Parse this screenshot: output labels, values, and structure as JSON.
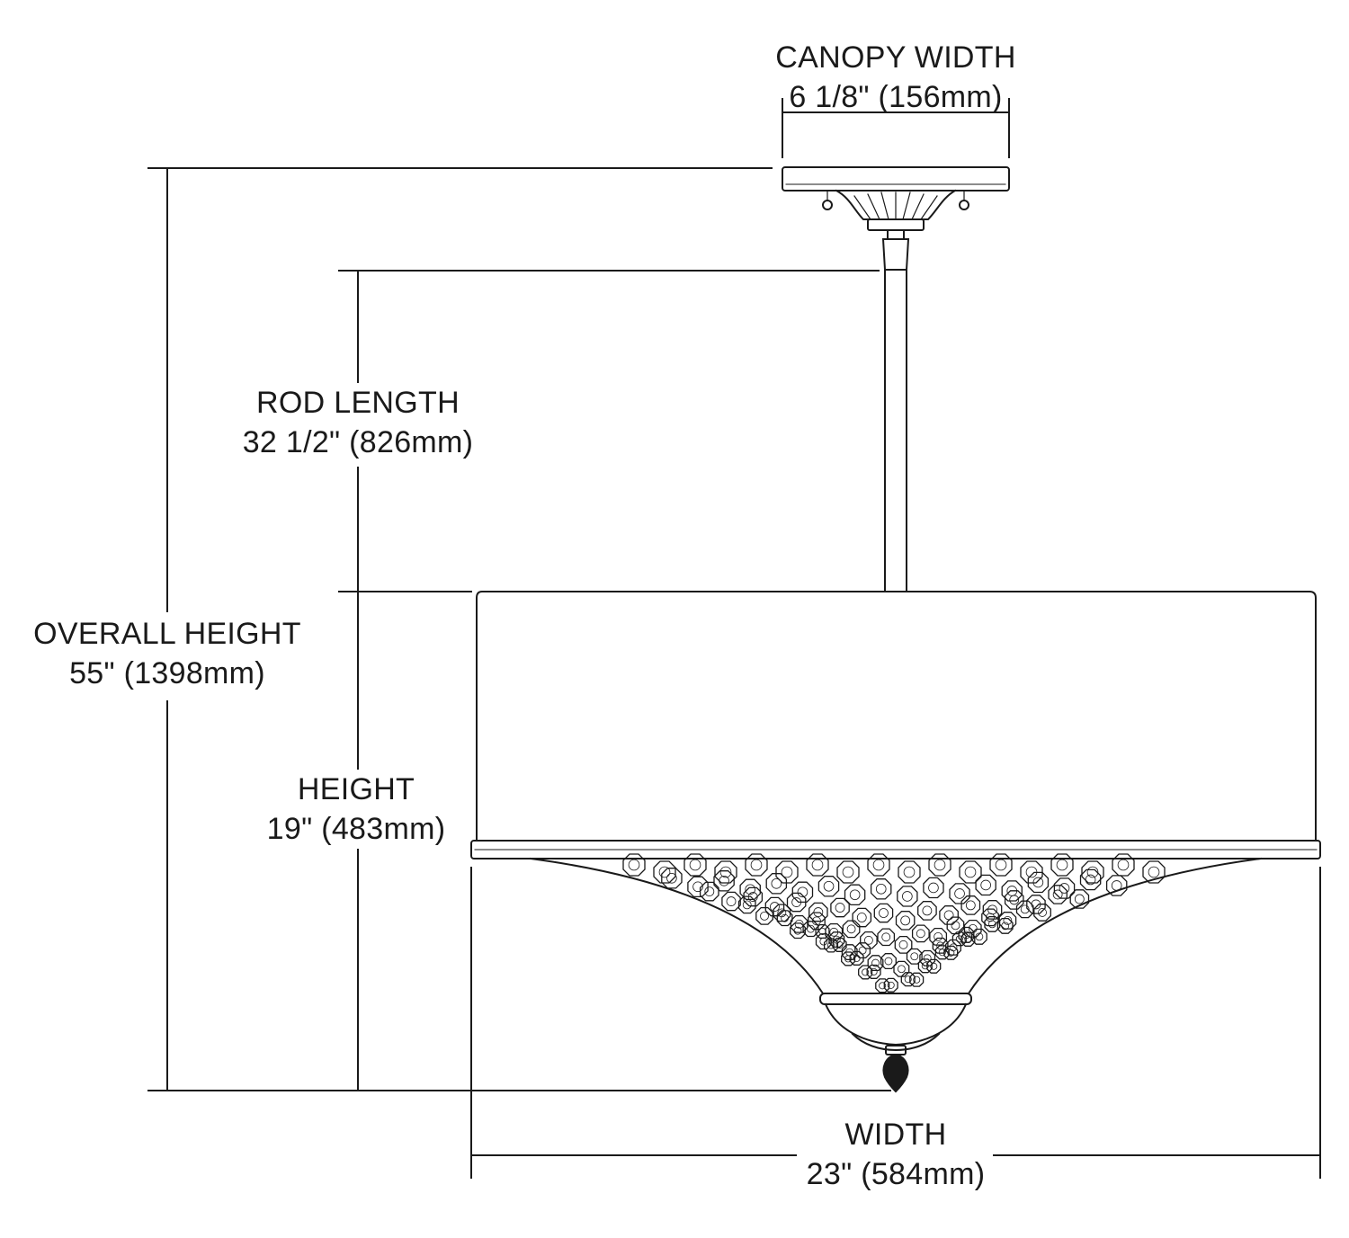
{
  "diagram": {
    "type": "dimension-drawing",
    "subject": "pendant drum chandelier with crystals",
    "colors": {
      "line": "#1a1a1a",
      "background": "#ffffff"
    }
  },
  "dimensions": {
    "canopy_width": {
      "title": "CANOPY WIDTH",
      "value": "6 1/8\" (156mm)"
    },
    "rod_length": {
      "title": "ROD LENGTH",
      "value": "32 1/2\" (826mm)"
    },
    "overall_height": {
      "title": "OVERALL HEIGHT",
      "value": "55\" (1398mm)"
    },
    "height": {
      "title": "HEIGHT",
      "value": "19\" (483mm)"
    },
    "width": {
      "title": "WIDTH",
      "value": "23\" (584mm)"
    }
  }
}
